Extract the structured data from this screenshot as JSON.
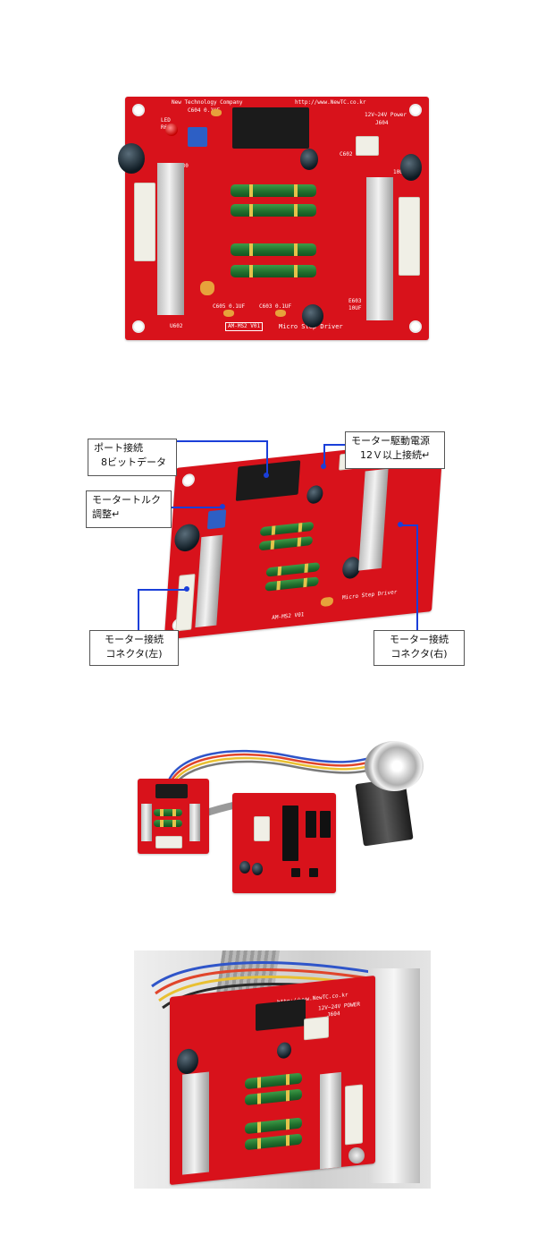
{
  "photo1": {
    "silk": {
      "company": "New Technology Company",
      "url": "http://www.NewTC.co.kr",
      "power": "12V~24V Power",
      "j604": "J604",
      "led": "LED",
      "r601": "R601",
      "c604": "C604 0.1UF",
      "c602": "C602 10UF",
      "c607": "C607 330",
      "uf10": "10UF",
      "c605": "C605 0.1UF",
      "c603": "C603 0.1UF",
      "e603": "E603",
      "e603v": "10UF",
      "model": "AM-MS2 V01",
      "title": "Micro Step Driver",
      "u602": "U602"
    }
  },
  "photo2": {
    "callouts": {
      "port": [
        "ポート接続",
        "8ビットデータ"
      ],
      "power": [
        "モーター駆動電源",
        "12Ｖ以上接続↵"
      ],
      "torque": [
        "モータートルク",
        "調整↵"
      ],
      "left": [
        "モーター接続",
        "コネクタ(左)"
      ],
      "right": [
        "モーター接続",
        "コネクタ(右)"
      ]
    },
    "silk": {
      "title": "Micro Step Driver",
      "model": "AM-MS2 V01"
    }
  },
  "photo4": {
    "silk": {
      "url": "http://www.NewTC.co.kr",
      "power": "12V~24V POWER",
      "j604": "J604"
    }
  },
  "colors": {
    "pcb": "#d8121b",
    "callout_line": "#1a3fd9"
  }
}
